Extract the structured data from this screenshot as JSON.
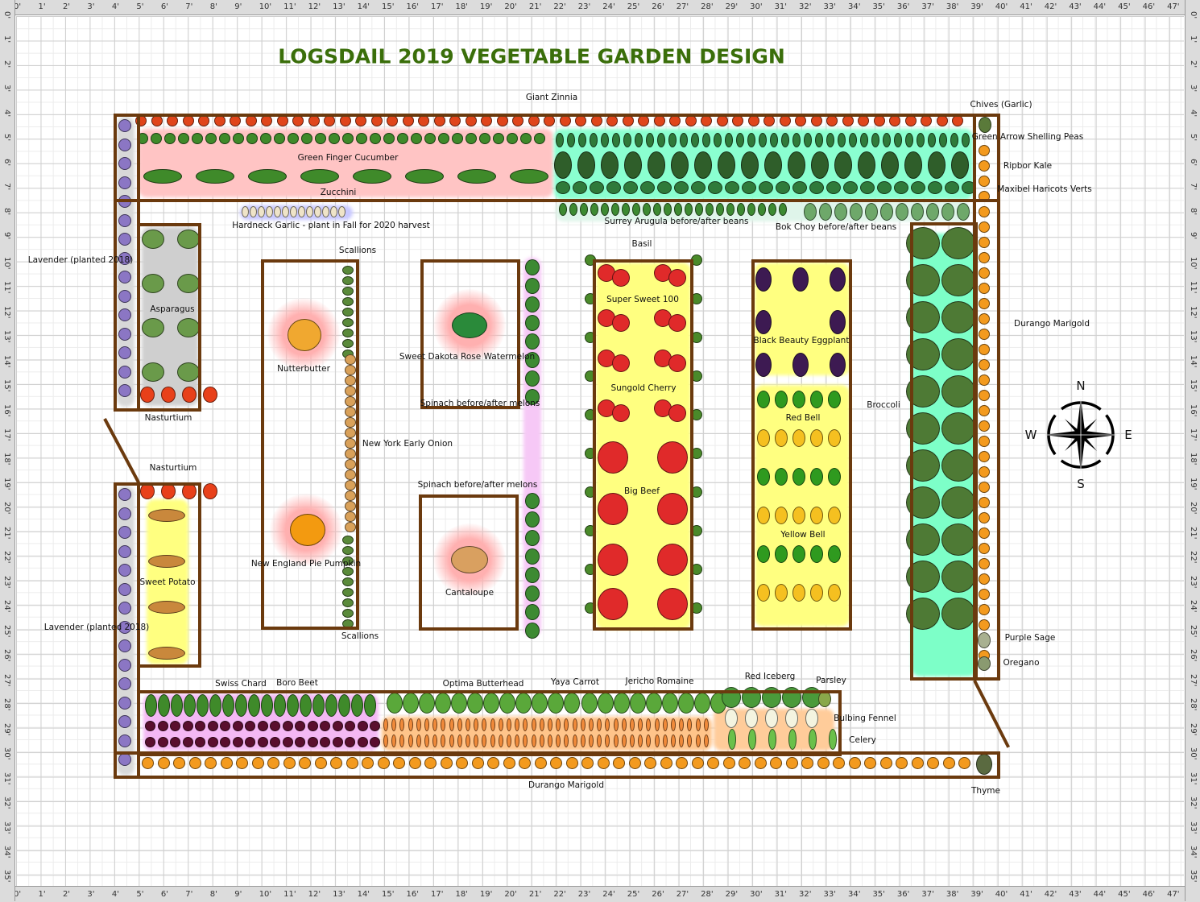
{
  "title": "LOGSDAIL 2019 VEGETABLE GARDEN DESIGN",
  "ruler": {
    "horizontal": [
      "0'",
      "1'",
      "2'",
      "3'",
      "4'",
      "5'",
      "6'",
      "7'",
      "8'",
      "9'",
      "10'",
      "11'",
      "12'",
      "13'",
      "14'",
      "15'",
      "16'",
      "17'",
      "18'",
      "19'",
      "20'",
      "21'",
      "22'",
      "23'",
      "24'",
      "25'",
      "26'",
      "27'",
      "28'",
      "29'",
      "30'",
      "31'",
      "32'",
      "33'",
      "34'",
      "35'",
      "36'",
      "37'",
      "38'",
      "39'",
      "40'",
      "41'",
      "42'",
      "43'",
      "44'",
      "45'",
      "46'",
      "47'"
    ],
    "vertical": [
      "0'",
      "1'",
      "2'",
      "3'",
      "4'",
      "5'",
      "6'",
      "7'",
      "8'",
      "9'",
      "10'",
      "11'",
      "12'",
      "13'",
      "14'",
      "15'",
      "16'",
      "17'",
      "18'",
      "19'",
      "20'",
      "21'",
      "22'",
      "23'",
      "24'",
      "25'",
      "26'",
      "27'",
      "28'",
      "29'",
      "30'",
      "31'",
      "32'",
      "33'",
      "34'",
      "35'"
    ]
  },
  "labels": {
    "giant_zinnia": "Giant Zinnia",
    "chives": "Chives (Garlic)",
    "peas": "Green Arrow Shelling Peas",
    "kale": "Ripbor Kale",
    "haricots": "Maxibel Haricots Verts",
    "cucumber": "Green Finger Cucumber",
    "zucchini": "Zucchini",
    "garlic": "Hardneck Garlic - plant in Fall for 2020 harvest",
    "arugula": "Surrey Arugula before/after beans",
    "bok_choy": "Bok Choy before/after beans",
    "basil": "Basil",
    "scallions_top": "Scallions",
    "lavender_top": "Lavender (planted 2018)",
    "asparagus": "Asparagus",
    "super_sweet": "Super Sweet 100",
    "eggplant": "Black Beauty Eggplant",
    "durango_right": "Durango Marigold",
    "nutterbutter": "Nutterbutter",
    "watermelon": "Sweet Dakota Rose Watermelon",
    "sungold": "Sungold Cherry",
    "spinach_1": "Spinach before/after melons",
    "broccoli": "Broccoli",
    "red_bell": "Red Bell",
    "nasturtium_1": "Nasturtium",
    "onion": "New York Early Onion",
    "nasturtium_2": "Nasturtium",
    "spinach_2": "Spinach before/after melons",
    "big_beef": "Big Beef",
    "yellow_bell": "Yellow Bell",
    "pumpkin": "New England Pie Pumpkin",
    "sweet_potato": "Sweet Potato",
    "cantaloupe": "Cantaloupe",
    "lavender_bottom": "Lavender (planted 2018)",
    "scallions_bottom": "Scallions",
    "purple_sage": "Purple Sage",
    "oregano": "Oregano",
    "red_iceberg": "Red Iceberg",
    "jericho": "Jericho Romaine",
    "parsley": "Parsley",
    "swiss_chard": "Swiss Chard",
    "boro_beet": "Boro Beet",
    "butterhead": "Optima Butterhead",
    "carrot": "Yaya Carrot",
    "fennel": "Bulbing Fennel",
    "celery": "Celery",
    "durango_bottom": "Durango Marigold",
    "thyme": "Thyme"
  },
  "compass": {
    "n": "N",
    "s": "S",
    "e": "E",
    "w": "W"
  },
  "colors": {
    "title": "#3a6e0a",
    "bed_border": "#6b3a0e",
    "marigold": "#f39a1e",
    "zinnia": "#e0451b",
    "lavender": "#8b76c4",
    "cucumber": "#3f8a2a",
    "kale": "#2f5e2a",
    "bean": "#2f7a3a",
    "broccoli": "#4e7a35",
    "tomato": "#e02a2a",
    "eggplant": "#3d1a52",
    "pepper": "#2f9a1f",
    "beet": "#5a0f2e",
    "carrot": "#f08a3a",
    "lettuce": "#5aa83a",
    "spinach": "#3d8a32"
  }
}
